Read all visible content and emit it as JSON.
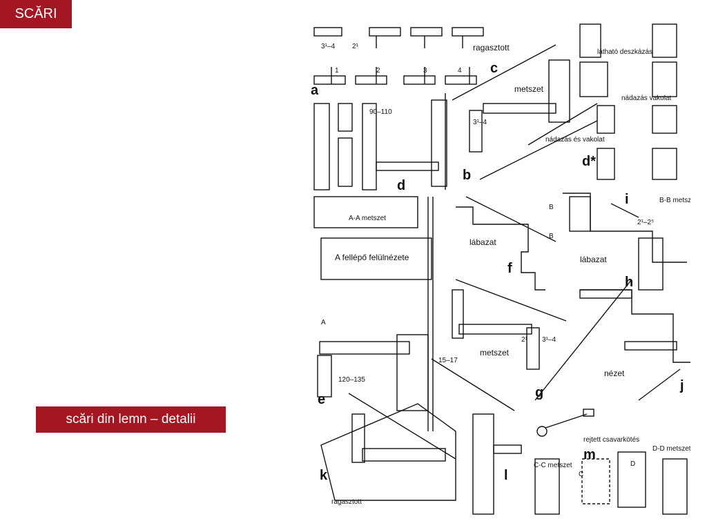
{
  "slide": {
    "title": "SCĂRI",
    "caption": "scări din lemn – detalii",
    "accent_color": "#a31622"
  },
  "figure": {
    "letters": [
      "a",
      "b",
      "c",
      "d",
      "d*",
      "e",
      "f",
      "g",
      "h",
      "i",
      "j",
      "k",
      "l",
      "m"
    ],
    "texts": {
      "ragasztott_top": "ragasztott",
      "metszet_c": "metszet",
      "lathato": "látható deszkázás",
      "nadazas_vakolat_right": "nádazás vakolat",
      "nadazas_es_vakolat": "nádazás és vakolat",
      "aa_metszet": "A-A metszet",
      "fellepo": "A fellépő felülnézete",
      "labazat_f": "lábazat",
      "labazat_h": "lábazat",
      "bb_metszet": "B-B metszet",
      "metszet_g": "metszet",
      "nezet": "nézet",
      "ragasztott_k": "ragasztott",
      "rejtett": "rejtett csavarkötés",
      "cc_metszet": "C-C metszet",
      "dd_metszet": "D-D metszet"
    },
    "dims": {
      "d1": "90–110",
      "d2": "120–135",
      "d3": "3¹–4",
      "d4": "2¹",
      "d5": "15–17",
      "d6": "2¹–2⁵",
      "d7": "3¹–4",
      "d8": "2¹",
      "d9": "3¹–4"
    },
    "numbers": [
      "1",
      "2",
      "3",
      "4"
    ],
    "marks": {
      "A": "A",
      "B": "B",
      "C": "C",
      "D": "D"
    }
  }
}
